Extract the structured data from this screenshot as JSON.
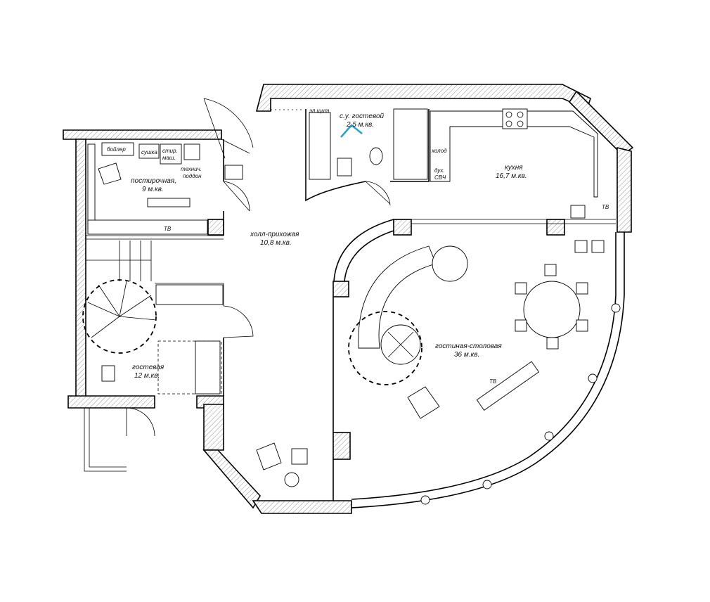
{
  "rooms": {
    "storage": {
      "name": "постирочная,",
      "area": "9 м.кв."
    },
    "hall": {
      "name": "холл-прихожая",
      "area": "10,8 м.кв."
    },
    "bath": {
      "name": "с.у. гостевой",
      "area": "2,5 м.кв."
    },
    "kitchen": {
      "name": "кухня",
      "area": "16,7 м.кв."
    },
    "living": {
      "name": "гостиная-столовая",
      "area": "36 м.кв."
    },
    "guest": {
      "name": "гостевая",
      "area": "12 м.кв."
    }
  },
  "labels": {
    "boiler": "бойлер",
    "dryer": "сушка",
    "washer_1": "стир.",
    "washer_2": "маш.",
    "tech_1": "технич.",
    "tech_2": "поддон",
    "fridge": "холод",
    "oven_1": "дух.",
    "oven_2": "СВЧ",
    "panel": "эл.щит",
    "tv_storage": "ТВ",
    "tv_kitchen": "ТВ",
    "tv_living": "ТВ"
  }
}
